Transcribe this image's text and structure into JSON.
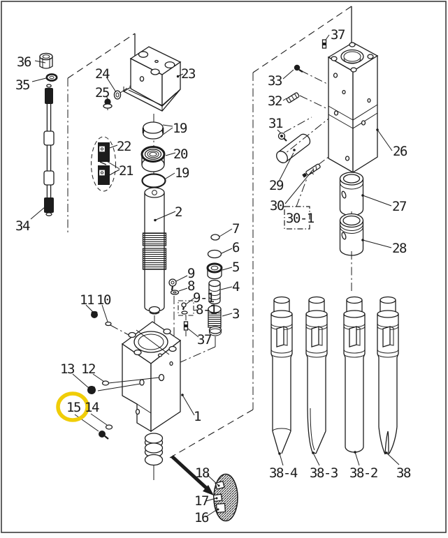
{
  "diagram": {
    "kind": "exploded-parts-diagram",
    "line_color": "#1c1c1c",
    "background": "#ffffff",
    "highlight_color": "#f0cd08",
    "highlighted_part": "15"
  },
  "labels": {
    "p36": "36",
    "p35": "35",
    "p34": "34",
    "p24": "24",
    "p25": "25",
    "p23": "23",
    "p19a": "19",
    "p22": "22",
    "p21": "21",
    "p20": "20",
    "p19b": "19",
    "p2": "2",
    "p37t": "37",
    "p33": "33",
    "p32": "32",
    "p31": "31",
    "p29": "29",
    "p30": "30",
    "p30_1": "30-1",
    "p26": "26",
    "p27": "27",
    "p28": "28",
    "p7": "7",
    "p6": "6",
    "p5": "5",
    "p4": "4",
    "p3": "3",
    "p9": "9",
    "p8": "8",
    "p9_1": "9-1",
    "p8_1": "8-1",
    "p37b": "37",
    "p11": "11",
    "p10": "10",
    "p13": "13",
    "p12": "12",
    "p15": "15",
    "p14": "14",
    "p1": "1",
    "p18": "18",
    "p17": "17",
    "p16": "16",
    "p38_4": "38-4",
    "p38_3": "38-3",
    "p38_2": "38-2",
    "p38": "38"
  }
}
